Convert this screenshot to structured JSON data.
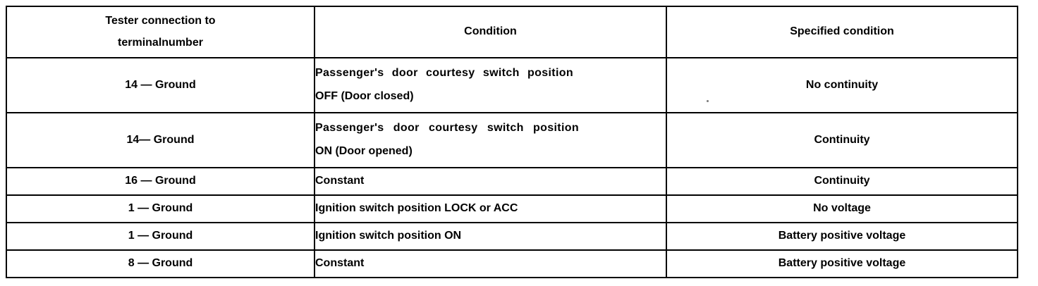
{
  "document": {
    "type": "inspection-specification-table",
    "ink_color": "#000000",
    "background_color": "#ffffff"
  },
  "table": {
    "columns": [
      {
        "key": "terminal",
        "header_lines": [
          "Tester connection to",
          "terminalnumber"
        ],
        "align": "center"
      },
      {
        "key": "condition",
        "header_lines": [
          "Condition"
        ],
        "align": "center"
      },
      {
        "key": "specified",
        "header_lines": [
          "Specified condition"
        ],
        "align": "center"
      }
    ],
    "rows": [
      {
        "terminal": "14 — Ground",
        "condition_lines": [
          "Passenger's door courtesy switch position",
          "OFF (Door closed)"
        ],
        "specified": "No continuity",
        "height": "tall"
      },
      {
        "terminal": "14— Ground",
        "condition_lines": [
          "Passenger's door  courtesy  switch  position",
          "ON (Door opened)"
        ],
        "specified": "Continuity",
        "height": "tall"
      },
      {
        "terminal": "16 — Ground",
        "condition_lines": [
          "Constant"
        ],
        "specified": "Continuity",
        "height": "short"
      },
      {
        "terminal": "1 — Ground",
        "condition_lines": [
          "Ignition switch position LOCK or ACC"
        ],
        "specified": "No voltage",
        "height": "short"
      },
      {
        "terminal": "1 — Ground",
        "condition_lines": [
          "Ignition switch position ON"
        ],
        "specified": "Battery positive voltage",
        "height": "short"
      },
      {
        "terminal": "8 — Ground",
        "condition_lines": [
          "Constant"
        ],
        "specified": "Battery positive voltage",
        "height": "short"
      }
    ]
  }
}
